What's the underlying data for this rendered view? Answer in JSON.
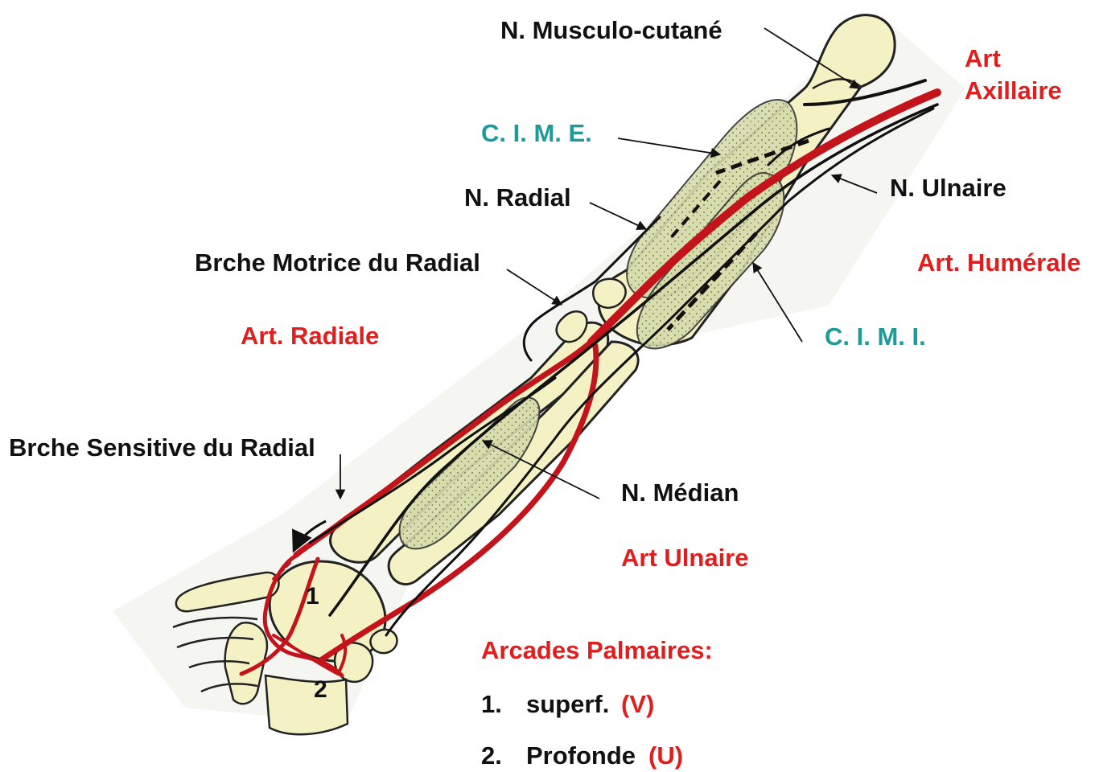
{
  "colors": {
    "bone": "#f4f2c4",
    "muscle": "#d8dcae",
    "artery": "#c4141b",
    "nerve": "#111111",
    "label_red": "#e11d1d",
    "label_teal": "#1f9a9a"
  },
  "labels": {
    "musculo_cutane": "N. Musculo-cutané",
    "art_axillaire_1": "Art",
    "art_axillaire_2": "Axillaire",
    "cime": "C. I. M. E.",
    "n_radial": "N. Radial",
    "n_ulnaire": "N. Ulnaire",
    "brche_motrice": "Brche Motrice du Radial",
    "art_humerale": "Art. Humérale",
    "art_radiale": "Art. Radiale",
    "cimi": "C. I. M. I.",
    "brche_sensitive": "Brche Sensitive du Radial",
    "n_median": "N. Médian",
    "art_ulnaire": "Art Ulnaire",
    "arcades_title": "Arcades Palmaires:",
    "item1_num": "1.",
    "item1_text": "superf.",
    "item1_code": "(V)",
    "item2_num": "2.",
    "item2_text": "Profonde",
    "item2_code": "(U)",
    "marker1": "1",
    "marker2": "2"
  }
}
